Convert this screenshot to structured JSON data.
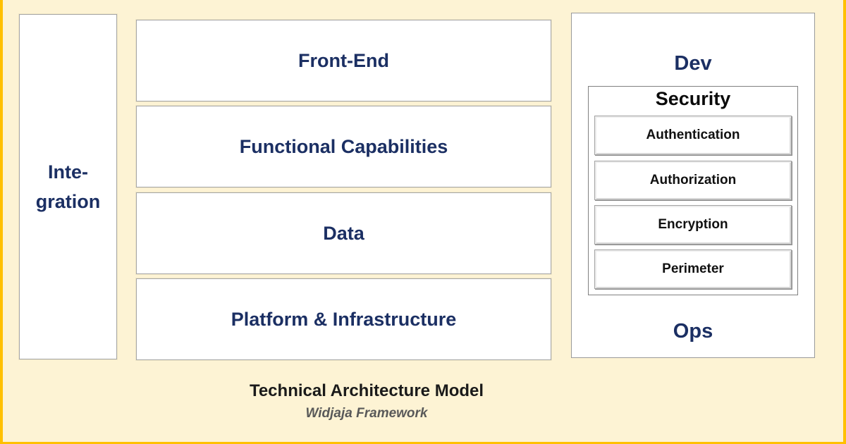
{
  "colors": {
    "background_cream": "#FDF3D4",
    "edge_gold": "#FFC000",
    "text_navy": "#1B2F63",
    "box_border_gray": "#A6A6A6",
    "caption_black": "#1A1A1A",
    "subtitle_gray": "#595959"
  },
  "integration": {
    "lines": [
      "Inte-",
      "gration"
    ]
  },
  "layers": [
    {
      "label": "Front-End"
    },
    {
      "label": "Functional Capabilities"
    },
    {
      "label": "Data"
    },
    {
      "label": "Platform & Infrastructure"
    }
  ],
  "devops": {
    "dev": "Dev",
    "ops": "Ops",
    "security": {
      "title": "Security",
      "items": [
        "Authentication",
        "Authorization",
        "Encryption",
        "Perimeter"
      ]
    }
  },
  "caption": {
    "title": "Technical Architecture Model",
    "subtitle": "Widjaja Framework"
  }
}
